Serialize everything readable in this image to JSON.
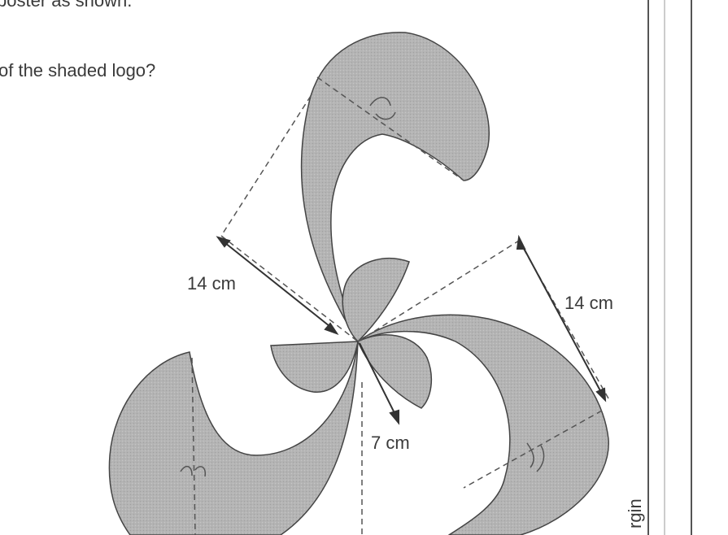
{
  "question": {
    "line1_fragment": "poster as shown.",
    "line2_fragment": "of the shaded logo?"
  },
  "diagram": {
    "labels": {
      "upper_left_dimension": "14 cm",
      "right_dimension": "14 cm",
      "center_dimension": "7 cm"
    },
    "margin_fragment": "rgin"
  },
  "colors": {
    "shade_fill": "#b4b4b4",
    "stroke": "#444444",
    "page_border": "#555555"
  }
}
